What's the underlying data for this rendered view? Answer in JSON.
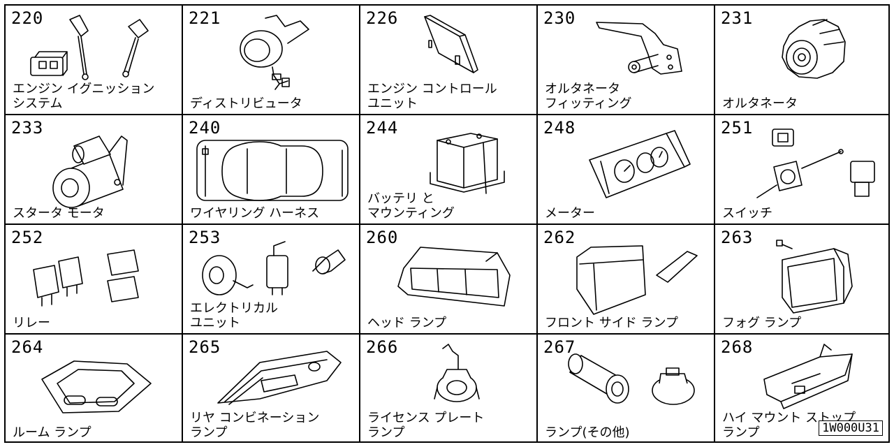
{
  "page_code": "1W000U31",
  "cells": [
    {
      "id": "220",
      "label": "エンジン イグニッション\nシステム",
      "icon": "ignition-parts-icon"
    },
    {
      "id": "221",
      "label": "ディストリビュータ",
      "icon": "distributor-icon"
    },
    {
      "id": "226",
      "label": "エンジン コントロール\nユニット",
      "icon": "ecu-icon"
    },
    {
      "id": "230",
      "label": "オルタネータ\nフィッティング",
      "icon": "alternator-bracket-icon"
    },
    {
      "id": "231",
      "label": "オルタネータ",
      "icon": "alternator-icon"
    },
    {
      "id": "233",
      "label": "スタータ モータ",
      "icon": "starter-motor-icon"
    },
    {
      "id": "240",
      "label": "ワイヤリング ハーネス",
      "icon": "wiring-harness-icon"
    },
    {
      "id": "244",
      "label": "バッテリ と\nマウンティング",
      "icon": "battery-icon"
    },
    {
      "id": "248",
      "label": "メーター",
      "icon": "meter-cluster-icon"
    },
    {
      "id": "251",
      "label": "スイッチ",
      "icon": "switch-icon"
    },
    {
      "id": "252",
      "label": "リレー",
      "icon": "relay-icon"
    },
    {
      "id": "253",
      "label": "エレクトリカル\nユニット",
      "icon": "electrical-unit-icon"
    },
    {
      "id": "260",
      "label": "ヘッド ランプ",
      "icon": "headlamp-icon"
    },
    {
      "id": "262",
      "label": "フロント サイド ランプ",
      "icon": "side-lamp-icon"
    },
    {
      "id": "263",
      "label": "フォグ ランプ",
      "icon": "fog-lamp-icon"
    },
    {
      "id": "264",
      "label": "ルーム ランプ",
      "icon": "room-lamp-icon"
    },
    {
      "id": "265",
      "label": "リヤ コンビネーション\nランプ",
      "icon": "rear-lamp-icon"
    },
    {
      "id": "266",
      "label": "ライセンス プレート\nランプ",
      "icon": "license-lamp-icon"
    },
    {
      "id": "267",
      "label": "ランプ(その他)",
      "icon": "bulb-icon"
    },
    {
      "id": "268",
      "label": "ハイ マウント ストップ\nランプ",
      "icon": "high-mount-stop-lamp-icon"
    }
  ]
}
